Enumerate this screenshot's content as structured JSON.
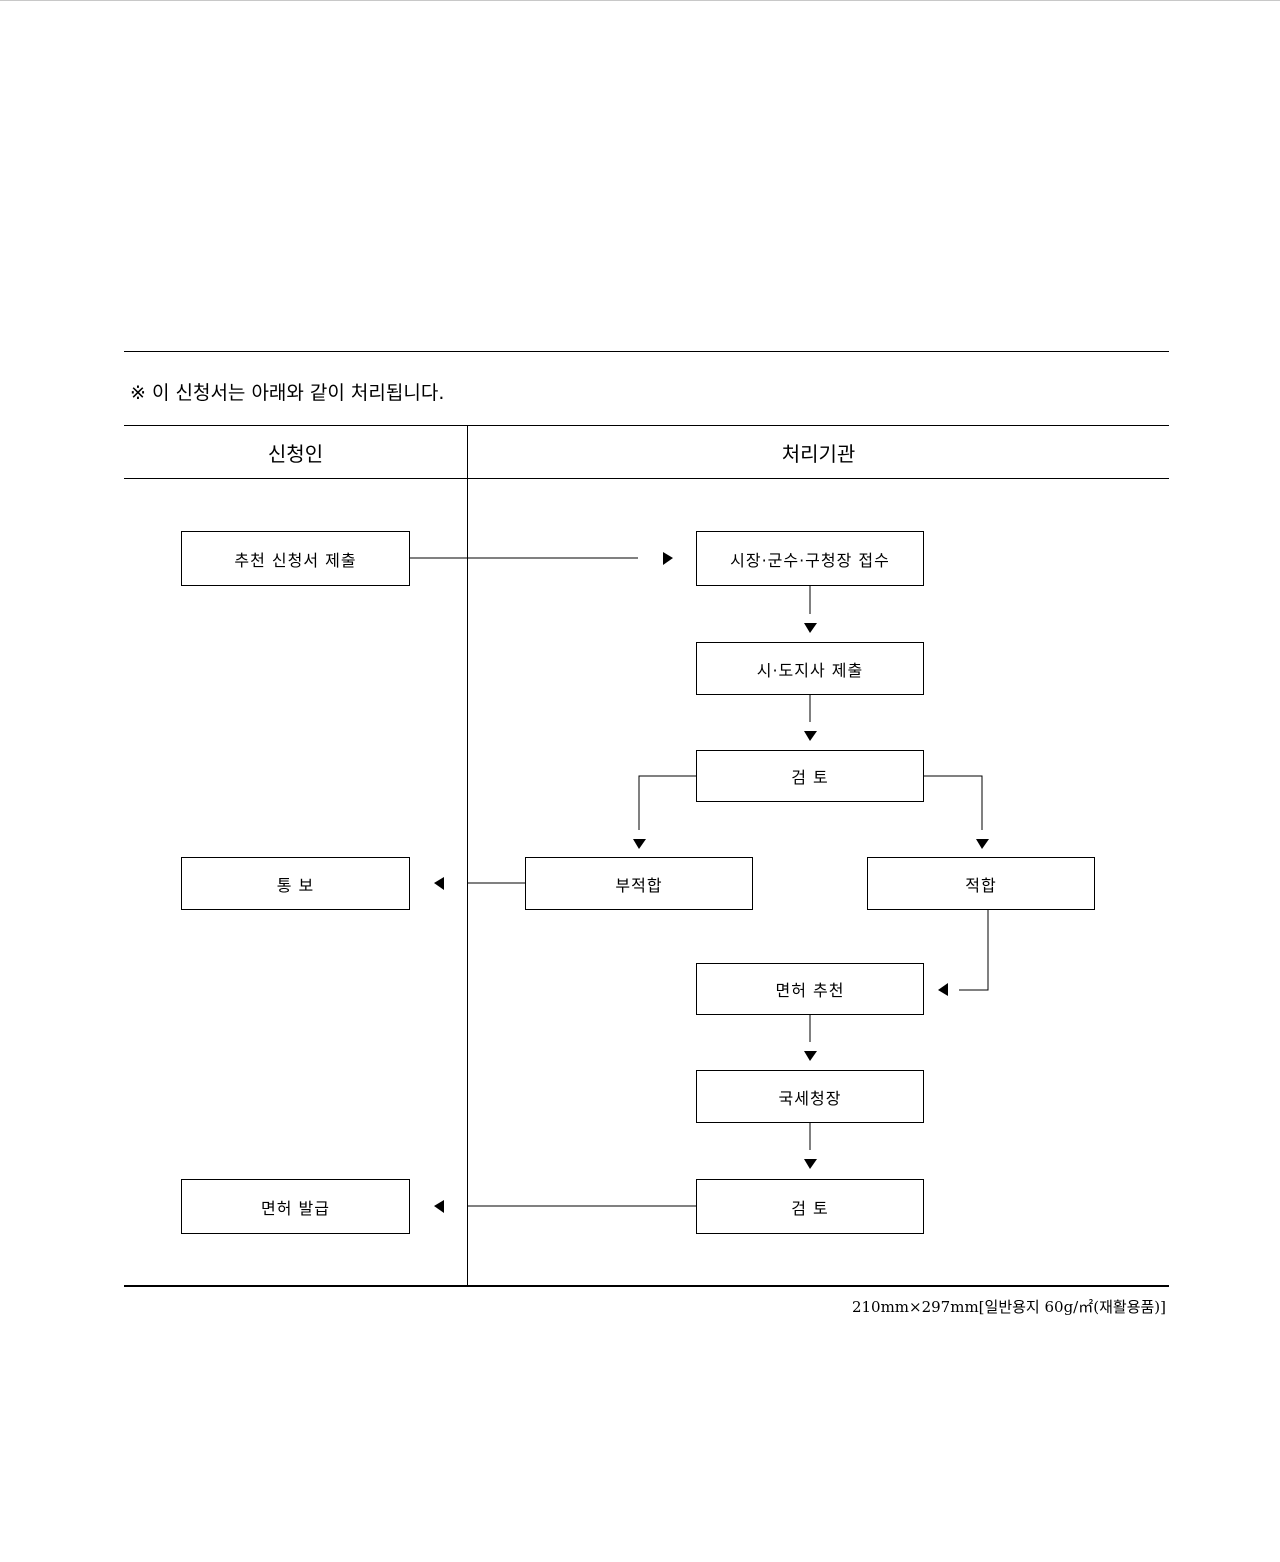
{
  "notice": "※ 이 신청서는 아래와 같이 처리됩니다.",
  "columns": {
    "applicant": "신청인",
    "agency": "처리기관"
  },
  "applicant_steps": {
    "submit": "추천 신청서 제출",
    "notify": "통 보",
    "license_issue": "면허 발급"
  },
  "agency_steps": {
    "receive": "시장·군수·구청장 접수",
    "forward": "시·도지사 제출",
    "review1": "검 토",
    "unsuitable": "부적합",
    "suitable": "적합",
    "recommend": "면허 추천",
    "commissioner": "국세청장",
    "review2": "검 토"
  },
  "footer": "210mm×297mm[일반용지 60g/㎡(재활용품)]"
}
